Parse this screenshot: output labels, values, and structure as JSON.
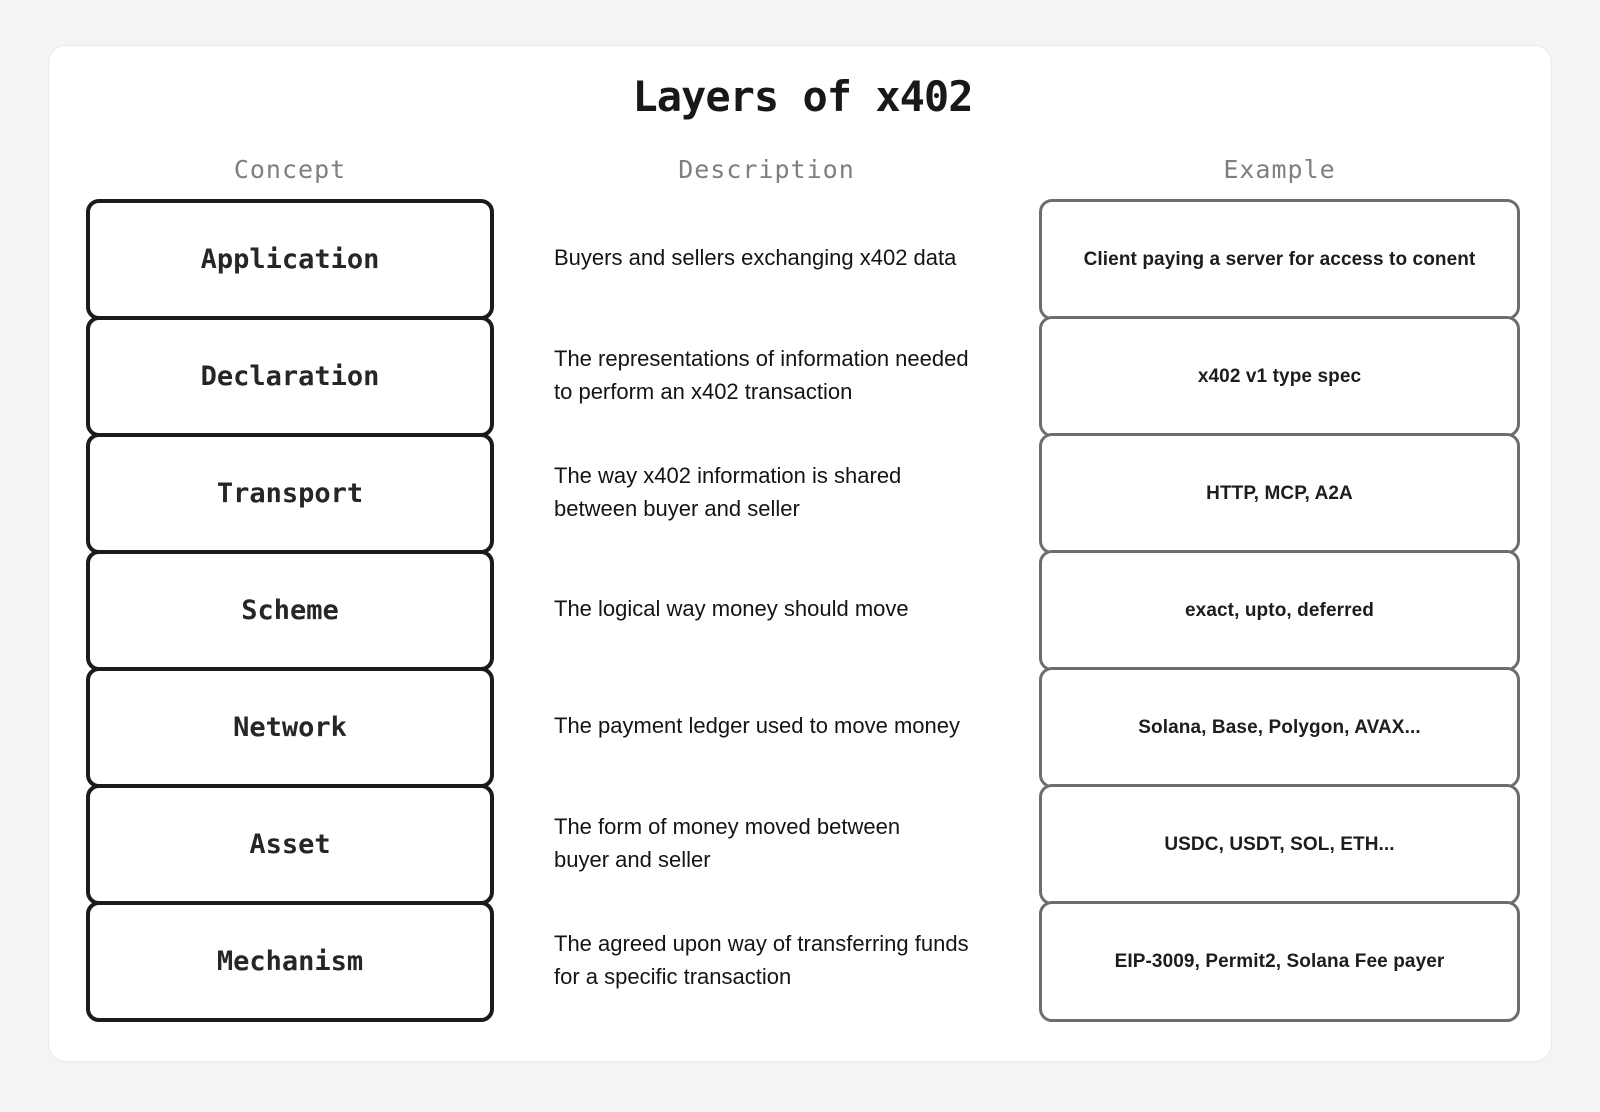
{
  "title": "Layers of x402",
  "columns": {
    "concept": "Concept",
    "description": "Description",
    "example": "Example"
  },
  "rows": [
    {
      "concept": "Application",
      "description": "Buyers and sellers exchanging x402 data",
      "example": "Client paying a server for access to conent"
    },
    {
      "concept": "Declaration",
      "description": "The representations of information needed\nto perform an x402 transaction",
      "example": "x402 v1 type spec"
    },
    {
      "concept": "Transport",
      "description": "The way x402 information is shared\nbetween buyer and seller",
      "example": "HTTP, MCP, A2A"
    },
    {
      "concept": "Scheme",
      "description": "The logical way money should move",
      "example": "exact, upto, deferred"
    },
    {
      "concept": "Network",
      "description": "The payment ledger used to move money",
      "example": "Solana, Base, Polygon, AVAX..."
    },
    {
      "concept": "Asset",
      "description": "The form of money moved between\nbuyer and seller",
      "example": "USDC, USDT, SOL, ETH..."
    },
    {
      "concept": "Mechanism",
      "description": "The agreed upon way of transferring funds\nfor a specific transaction",
      "example": "EIP-3009, Permit2, Solana Fee payer"
    }
  ],
  "colors": {
    "page_bg": "#f4f4f6",
    "card_bg": "#ffffff",
    "card_border": "#e9eaec",
    "concept_box_border": "#1b1b1b",
    "example_box_border": "#6d6d6d",
    "header_text": "#7e7e84",
    "title_text": "#18181b",
    "body_text": "#141414"
  }
}
